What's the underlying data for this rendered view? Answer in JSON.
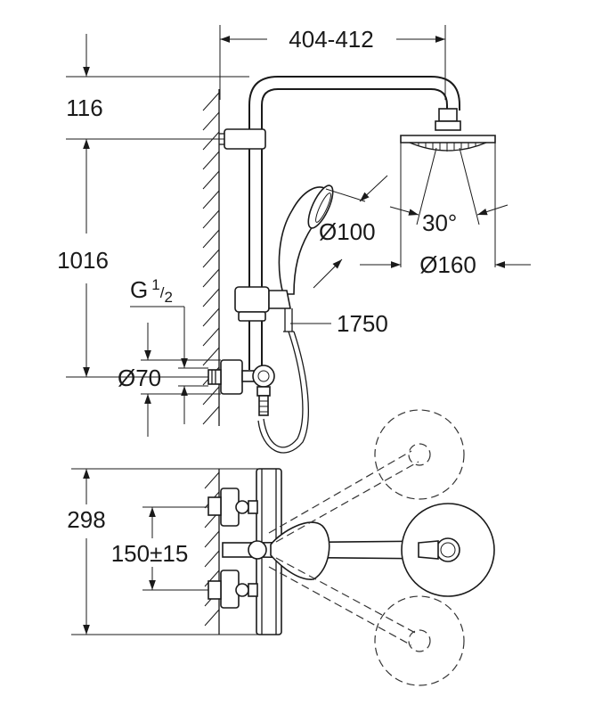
{
  "dimensions": {
    "arm_reach": "404-412",
    "top_offset": "116",
    "rail_height": "1016",
    "thread_main": "G",
    "thread_sup": "1",
    "thread_sub": "2",
    "escutcheon_dia": "Ø70",
    "hand_shower_dia": "Ø100",
    "head_shower_dia": "Ø160",
    "spray_angle": "30°",
    "hose_length": "1750",
    "mixer_depth": "298",
    "inlet_centers": "150±15"
  }
}
